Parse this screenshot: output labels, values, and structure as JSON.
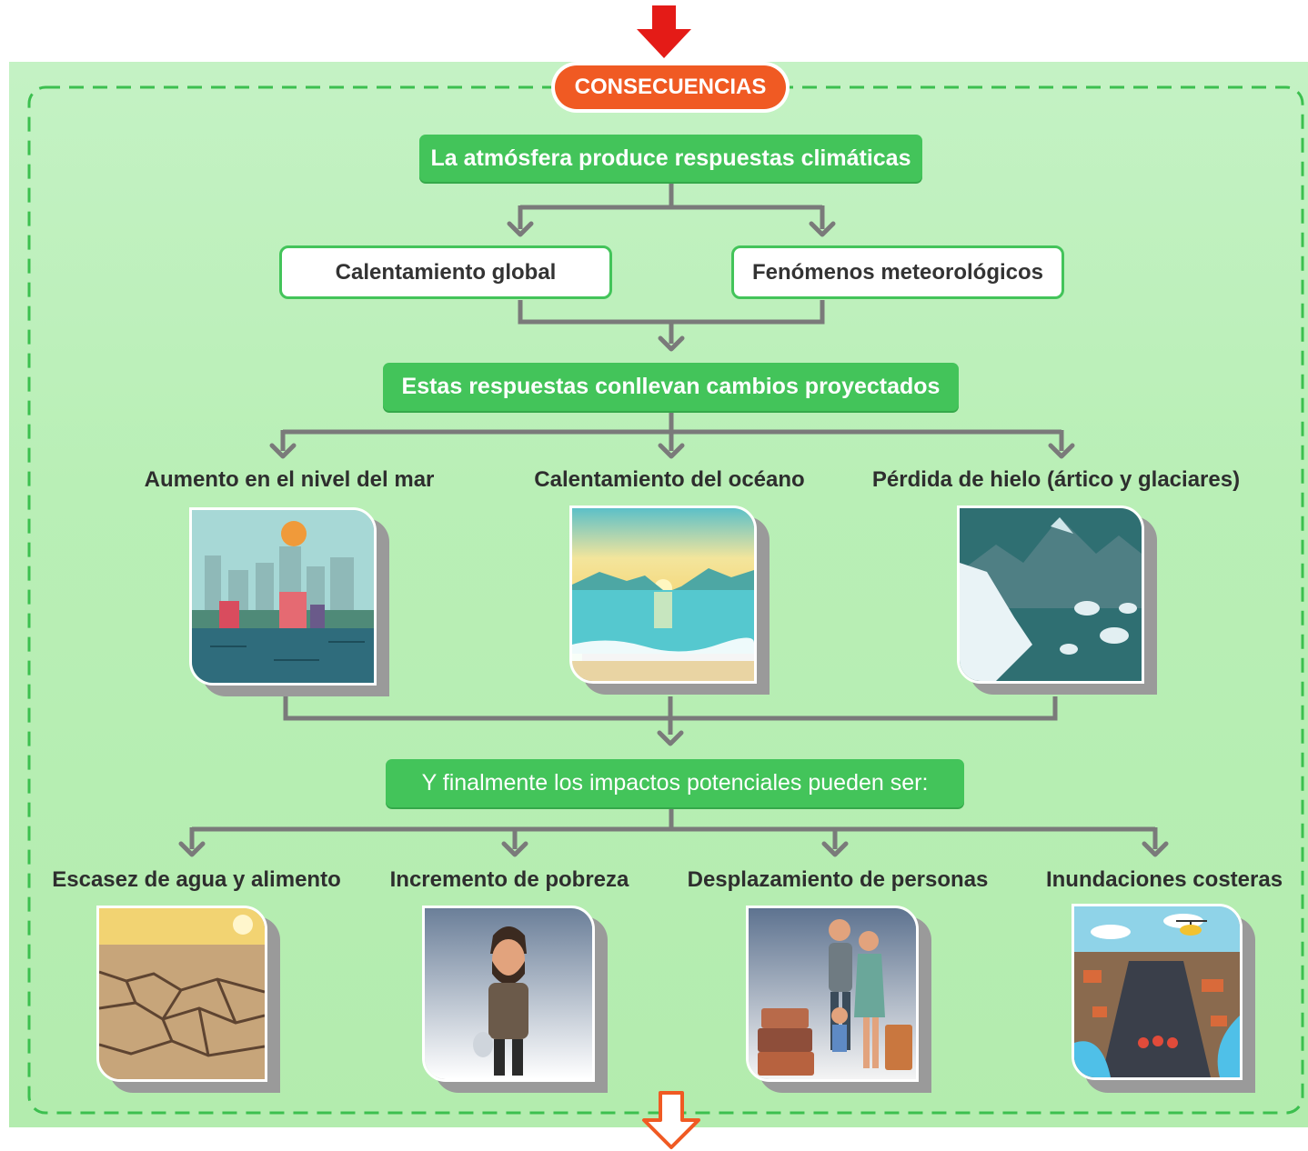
{
  "header": {
    "badge_label": "CONSECUENCIAS"
  },
  "step1": {
    "label": "La atmósfera produce respuestas climáticas"
  },
  "responses": [
    {
      "label": "Calentamiento global"
    },
    {
      "label": "Fenómenos meteorológicos"
    }
  ],
  "step2": {
    "label": "Estas respuestas conllevan cambios proyectados"
  },
  "changes": [
    {
      "label": "Aumento en el nivel del mar",
      "icon": "flooded-city-illustration"
    },
    {
      "label": "Calentamiento del océano",
      "icon": "ocean-sunset-illustration"
    },
    {
      "label": "Pérdida de hielo (ártico y glaciares)",
      "icon": "melting-glacier-illustration"
    }
  ],
  "step3": {
    "label": "Y finalmente los impactos potenciales pueden ser:"
  },
  "impacts": [
    {
      "label": "Escasez de agua y alimento",
      "icon": "cracked-earth-illustration"
    },
    {
      "label": "Incremento de pobreza",
      "icon": "poor-man-illustration"
    },
    {
      "label": "Desplazamiento de personas",
      "icon": "displaced-family-illustration"
    },
    {
      "label": "Inundaciones costeras",
      "icon": "flooded-street-illustration"
    }
  ],
  "colors": {
    "accent_green": "#43c45a",
    "panel_green": "#b9efb6",
    "badge_orange": "#f05a23",
    "arrow_red": "#e41b17",
    "connector_gray": "#7a7a7a"
  }
}
